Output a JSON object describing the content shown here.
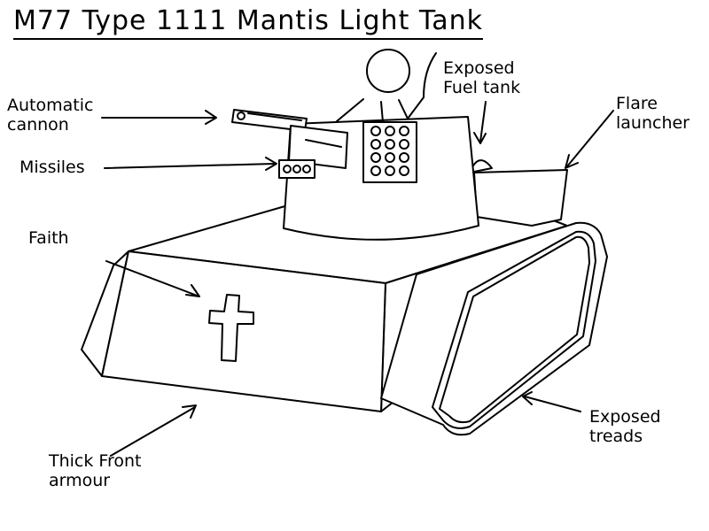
{
  "title": "M77 Type 1111 Mantis Light Tank",
  "labels": {
    "automatic_cannon": "Automatic cannon",
    "missiles": "Missiles",
    "faith": "Faith",
    "fuel_tank": "Exposed Fuel tank",
    "flare_launcher": "Flare launcher",
    "front_armour": "Thick Front armour",
    "treads": "Exposed treads"
  }
}
